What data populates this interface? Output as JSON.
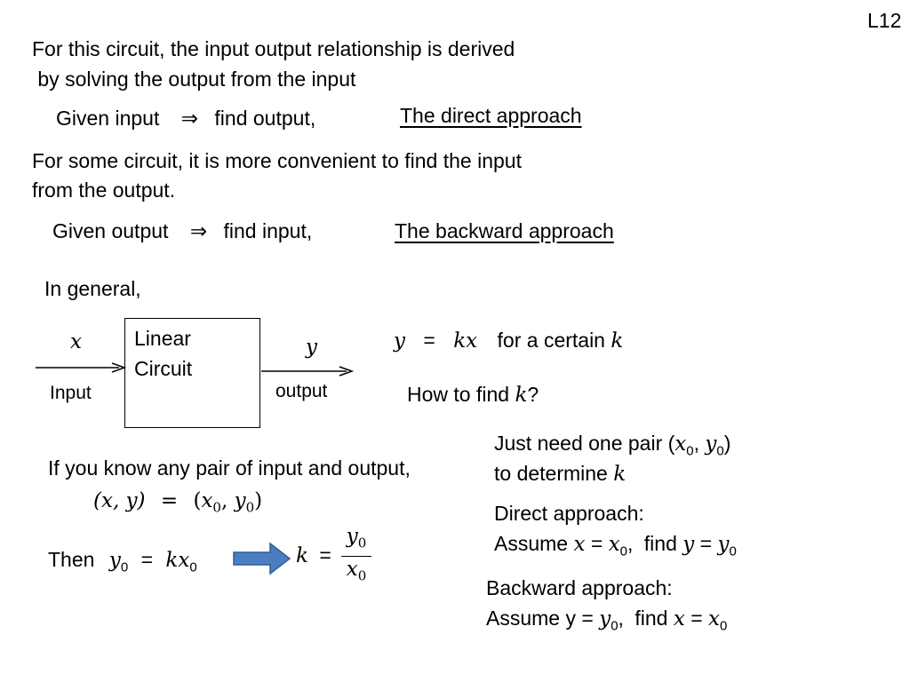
{
  "slide_number": "L12",
  "intro": {
    "line1": "For this circuit, the input output relationship is derived",
    "line2": " by solving the output from the input"
  },
  "direct": {
    "given_input": "Given input",
    "arrow": "⇒",
    "find_output": "find output,",
    "name": "The direct approach"
  },
  "backward_intro": {
    "line1": "For some circuit, it is more convenient to find the input",
    "line2": "from the output."
  },
  "backward": {
    "given_output": "Given output",
    "arrow": "⇒",
    "find_input": "find input,",
    "name": "The backward approach"
  },
  "in_general": "In general,",
  "diagram": {
    "x": "x",
    "y": "y",
    "box_line1": "Linear",
    "box_line2": "Circuit",
    "input_label": "Input",
    "output_label": "output"
  },
  "equation": {
    "lhs": "y",
    "eq": "=",
    "rhs": "kx",
    "suffix": "for a certain",
    "k": "k"
  },
  "how_to": {
    "text": "How to find",
    "k": "k",
    "q": "?"
  },
  "known_pair": {
    "line1": "If you know any pair of  input and output,",
    "pair_lhs": "(x, y)",
    "eq": "=",
    "x0": "x",
    "sub0": "0",
    "y0": "y",
    "sub1": "0"
  },
  "then": {
    "label": "Then",
    "y": "y",
    "sub_y": "0",
    "eq": "=",
    "kx": "kx",
    "sub_x": "0"
  },
  "k_formula": {
    "k": "k",
    "eq": "=",
    "num": "y",
    "num_sub": "0",
    "den": "x",
    "den_sub": "0"
  },
  "one_pair": {
    "line1": "Just need one pair",
    "x": "x",
    "sub_x": "0",
    "y": "y",
    "sub_y": "0",
    "line2": "to determine",
    "k": "k"
  },
  "direct_approach": {
    "title": "Direct approach:",
    "assume": "Assume",
    "x": "x",
    "eq": "=",
    "x0": "x",
    "sub": "0",
    "find": "find",
    "y": "y",
    "y0": "y",
    "sub2": "0"
  },
  "backward_approach": {
    "title": "Backward approach:",
    "assume": "Assume",
    "y": "y",
    "eq": "=",
    "y0": "y",
    "sub": "0",
    "find": "find",
    "x": "x",
    "x0": "x",
    "sub2": "0"
  },
  "colors": {
    "arrow_fill": "#4a7ec0",
    "arrow_stroke": "#2f5d96",
    "text": "#000000"
  }
}
